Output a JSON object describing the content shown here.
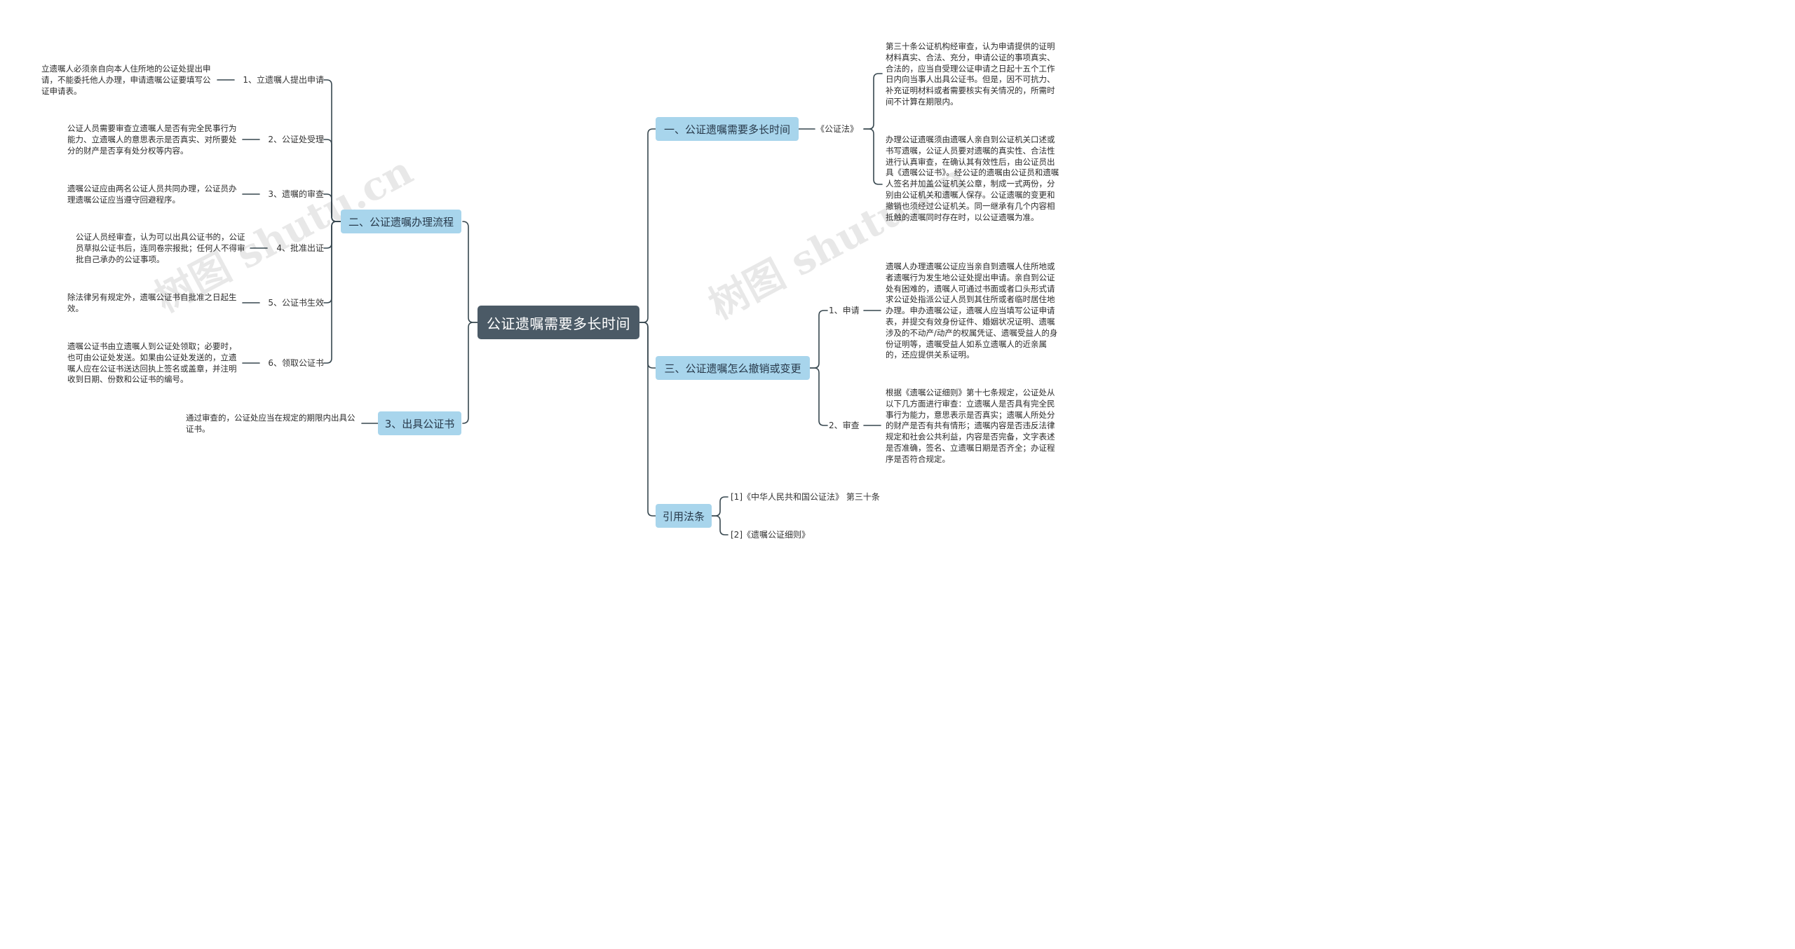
{
  "root": "公证遗嘱需要多长时间",
  "left_branches": [
    {
      "label": "二、公证遗嘱办理流程",
      "children": [
        {
          "label": "1、立遗嘱人提出申请",
          "text": "立遗嘱人必须亲自向本人住所地的公证处提出申请，不能委托他人办理，申请遗嘱公证要填写公证申请表。"
        },
        {
          "label": "2、公证处受理",
          "text": "公证人员需要审查立遗嘱人是否有完全民事行为能力、立遗嘱人的意思表示是否真实、对所要处分的财产是否享有处分权等内容。"
        },
        {
          "label": "3、遗嘱的审查",
          "text": "遗嘱公证应由两名公证人员共同办理，公证员办理遗嘱公证应当遵守回避程序。"
        },
        {
          "label": "4、批准出证",
          "text": "公证人员经审查，认为可以出具公证书的，公证员草拟公证书后，连同卷宗报批；任何人不得审批自己承办的公证事项。"
        },
        {
          "label": "5、公证书生效",
          "text": "除法律另有规定外，遗嘱公证书自批准之日起生效。"
        },
        {
          "label": "6、领取公证书",
          "text": "遗嘱公证书由立遗嘱人到公证处领取；必要时，也可由公证处发送。如果由公证处发送的，立遗嘱人应在公证书送达回执上签名或盖章，并注明收到日期、份数和公证书的编号。"
        }
      ]
    },
    {
      "label": "3、出具公证书",
      "text": "通过审查的，公证处应当在规定的期限内出具公证书。"
    }
  ],
  "right_branches": [
    {
      "label": "一、公证遗嘱需要多长时间",
      "sub_label": "《公证法》",
      "texts": [
        "第三十条公证机构经审查，认为申请提供的证明材料真实、合法、充分，申请公证的事项真实、合法的，应当自受理公证申请之日起十五个工作日内向当事人出具公证书。但是，因不可抗力、补充证明材料或者需要核实有关情况的，所需时间不计算在期限内。",
        "办理公证遗嘱须由遗嘱人亲自到公证机关口述或书写遗嘱，公证人员要对遗嘱的真实性、合法性进行认真审查，在确认其有效性后，由公证员出具《遗嘱公证书》。经公证的遗嘱由公证员和遗嘱人签名并加盖公证机关公章，制成一式两份，分别由公证机关和遗嘱人保存。公证遗嘱的变更和撤销也须经过公证机关。同一继承有几个内容相抵触的遗嘱同时存在时，以公证遗嘱为准。"
      ]
    },
    {
      "label": "三、公证遗嘱怎么撤销或变更",
      "children": [
        {
          "label": "1、申请",
          "text": "遗嘱人办理遗嘱公证应当亲自到遗嘱人住所地或者遗嘱行为发生地公证处提出申请。亲自到公证处有困难的，遗嘱人可通过书面或者口头形式请求公证处指派公证人员到其住所或者临时居住地办理。申办遗嘱公证，遗嘱人应当填写公证申请表，并提交有效身份证件、婚姻状况证明、遗嘱涉及的不动产/动产的权属凭证、遗嘱受益人的身份证明等，遗嘱受益人如系立遗嘱人的近亲属的，还应提供关系证明。"
        },
        {
          "label": "2、审查",
          "text": "根据《遗嘱公证细则》第十七条规定，公证处从以下几方面进行审查：立遗嘱人是否具有完全民事行为能力，意思表示是否真实；遗嘱人所处分的财产是否有共有情形；遗嘱内容是否违反法律规定和社会公共利益，内容是否完备，文字表述是否准确，签名、立遗嘱日期是否齐全；办证程序是否符合规定。"
        }
      ]
    },
    {
      "label": "引用法条",
      "items": [
        "[1]《中华人民共和国公证法》 第三十条",
        "[2]《遗嘱公证细则》"
      ]
    }
  ],
  "watermark": "树图 shutu.cn"
}
